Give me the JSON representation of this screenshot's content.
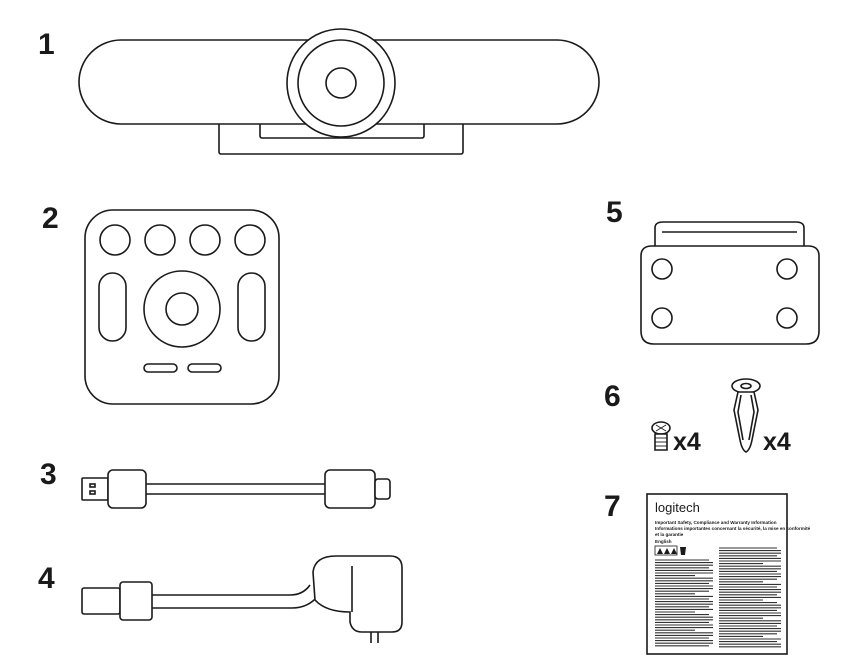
{
  "items": [
    {
      "number": "1",
      "part": "camera-icon"
    },
    {
      "number": "2",
      "part": "remote-control-icon"
    },
    {
      "number": "3",
      "part": "usb-cable-icon"
    },
    {
      "number": "4",
      "part": "power-adapter-icon"
    },
    {
      "number": "5",
      "part": "mounting-bracket-icon"
    },
    {
      "number": "6",
      "part": "screws-and-anchors-icon"
    },
    {
      "number": "7",
      "part": "documentation-icon"
    }
  ],
  "hardware": {
    "screw_qty": "x4",
    "anchor_qty": "x4"
  },
  "documentation": {
    "brand": "logitech",
    "title_en": "Important Safety, Compliance and Warranty Information",
    "title_fr": "Informations importantes concernant la sécurité, la mise en conformité",
    "title_fr_2": "et la garantie",
    "language": "English"
  }
}
